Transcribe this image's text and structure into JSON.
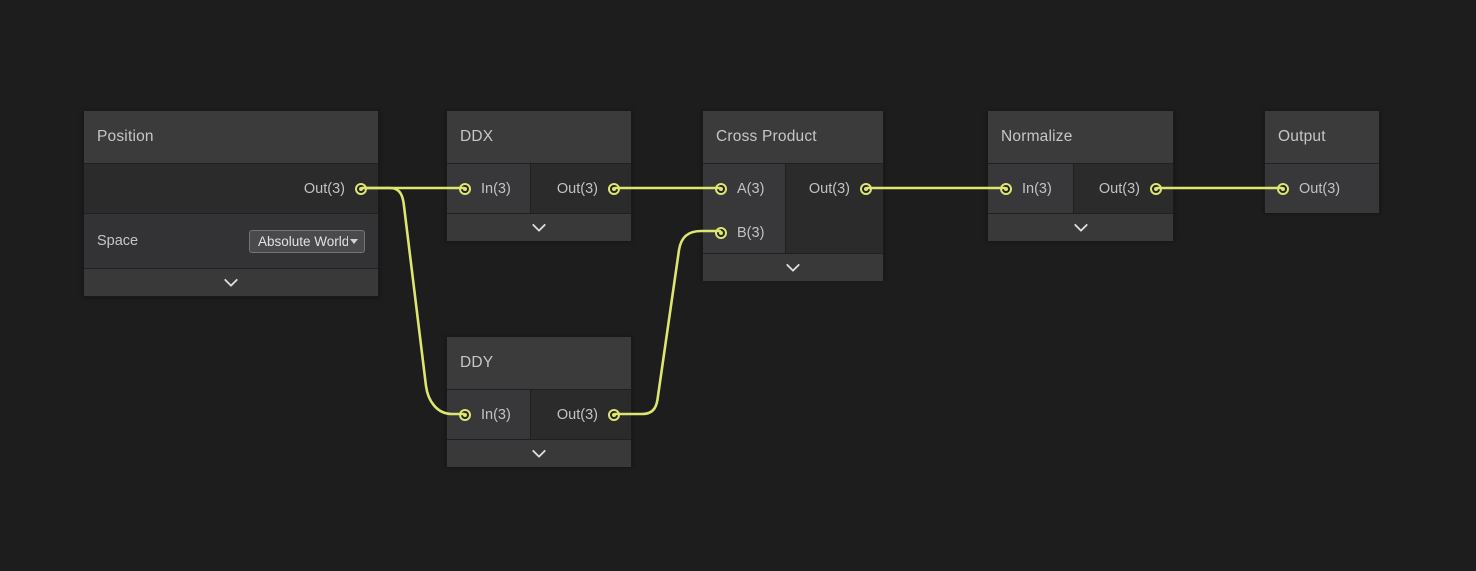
{
  "editor": {
    "background_color": "#1d1d1e",
    "wire_color": "#dfe571",
    "port_color": "#e8ee7e"
  },
  "nodes": [
    {
      "title": "Position",
      "outputs": [
        {
          "label": "Out(3)"
        }
      ],
      "control": {
        "label": "Space",
        "value": "Absolute World"
      },
      "collapsible": true
    },
    {
      "title": "DDX",
      "inputs": [
        {
          "label": "In(3)"
        }
      ],
      "outputs": [
        {
          "label": "Out(3)"
        }
      ],
      "collapsible": true
    },
    {
      "title": "DDY",
      "inputs": [
        {
          "label": "In(3)"
        }
      ],
      "outputs": [
        {
          "label": "Out(3)"
        }
      ],
      "collapsible": true
    },
    {
      "title": "Cross Product",
      "inputs": [
        {
          "label": "A(3)"
        },
        {
          "label": "B(3)"
        }
      ],
      "outputs": [
        {
          "label": "Out(3)"
        }
      ],
      "collapsible": true
    },
    {
      "title": "Normalize",
      "inputs": [
        {
          "label": "In(3)"
        }
      ],
      "outputs": [
        {
          "label": "Out(3)"
        }
      ],
      "collapsible": true
    },
    {
      "title": "Output",
      "inputs": [
        {
          "label": "Out(3)"
        }
      ],
      "collapsible": false
    }
  ],
  "edges": [
    {
      "from": "Position.Out(3)",
      "to": "DDX.In(3)"
    },
    {
      "from": "Position.Out(3)",
      "to": "DDY.In(3)"
    },
    {
      "from": "DDX.Out(3)",
      "to": "Cross Product.A(3)"
    },
    {
      "from": "DDY.Out(3)",
      "to": "Cross Product.B(3)"
    },
    {
      "from": "Cross Product.Out(3)",
      "to": "Normalize.In(3)"
    },
    {
      "from": "Normalize.Out(3)",
      "to": "Output.Out(3)"
    }
  ]
}
